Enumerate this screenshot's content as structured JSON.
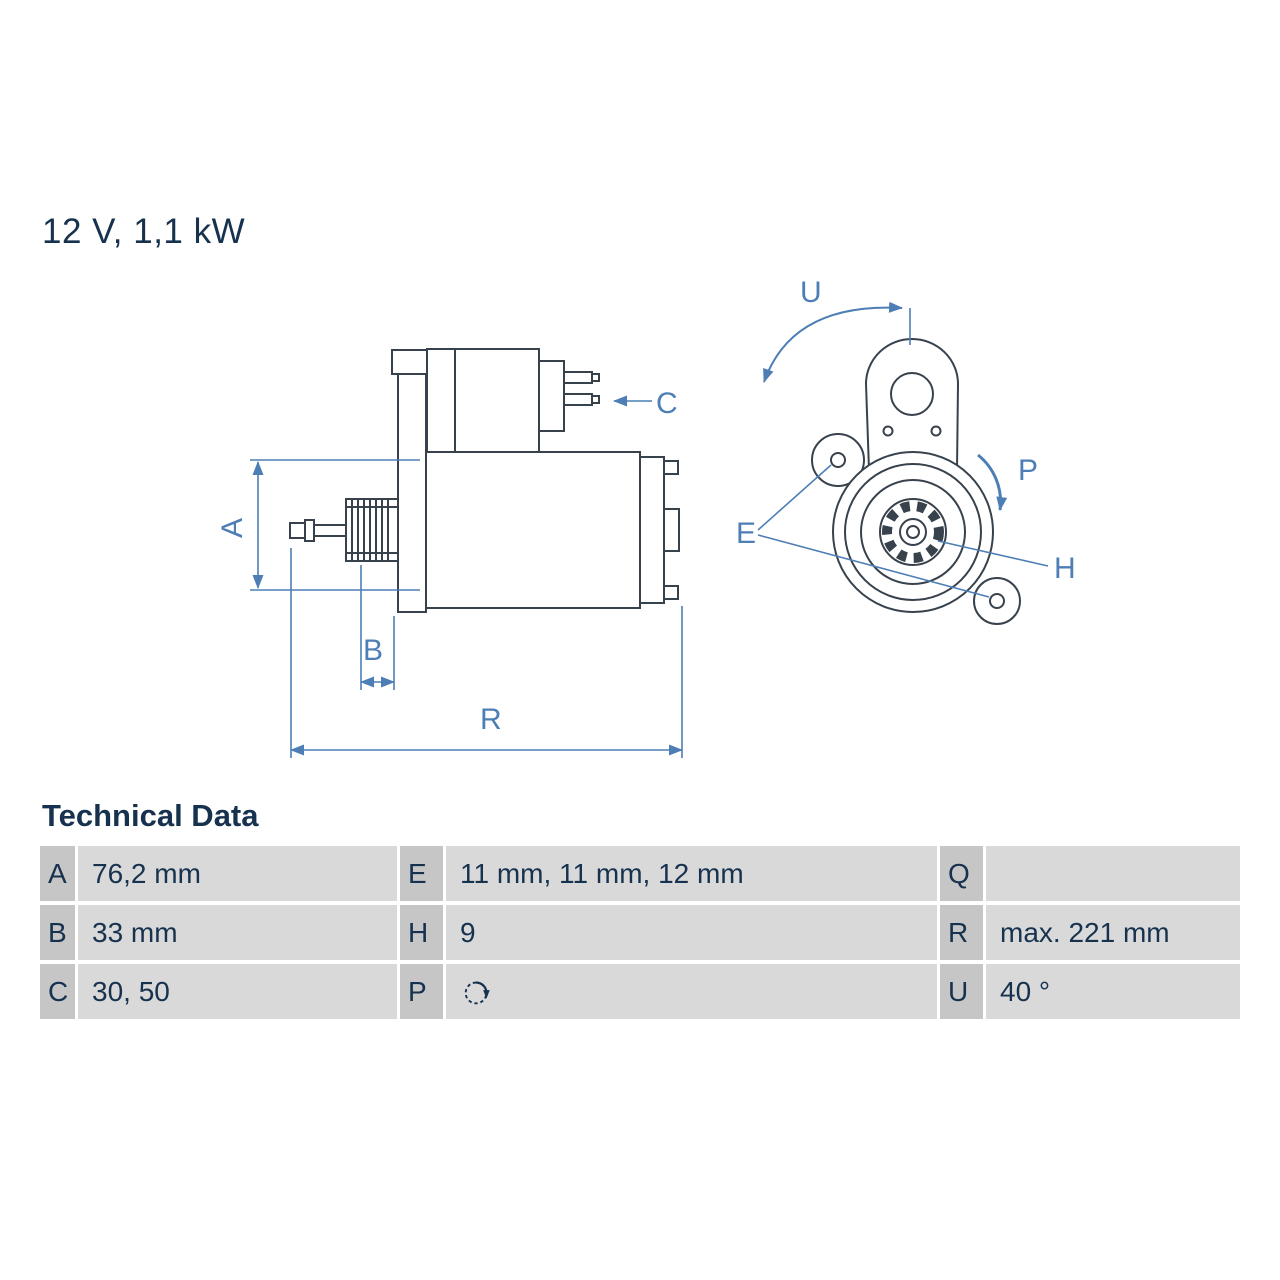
{
  "header": {
    "spec": "12 V, 1,1 kW"
  },
  "drawing": {
    "labels": {
      "A": "A",
      "B": "B",
      "C": "C",
      "R": "R",
      "U": "U",
      "P": "P",
      "E": "E",
      "H": "H"
    }
  },
  "table": {
    "title": "Technical Data",
    "rows": [
      [
        {
          "key": "A",
          "value": "76,2 mm"
        },
        {
          "key": "E",
          "value": "11 mm, 11 mm, 12 mm"
        },
        {
          "key": "Q",
          "value": ""
        }
      ],
      [
        {
          "key": "B",
          "value": "33 mm"
        },
        {
          "key": "H",
          "value": "9"
        },
        {
          "key": "R",
          "value": "max. 221 mm"
        }
      ],
      [
        {
          "key": "C",
          "value": "30, 50"
        },
        {
          "key": "P",
          "value": "",
          "icon": "rotation-direction-icon"
        },
        {
          "key": "U",
          "value": "40 °"
        }
      ]
    ]
  },
  "colors": {
    "text": "#16324e",
    "dimension_blue": "#4d7eb5",
    "outline": "#38424c",
    "key_cell_bg": "#c6c6c6",
    "value_cell_bg": "#d9d9d9"
  }
}
